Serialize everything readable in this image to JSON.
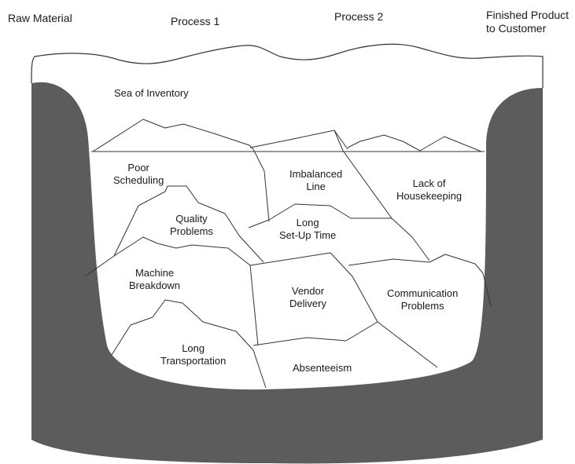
{
  "headers": {
    "raw_material": "Raw Material",
    "process_1": "Process 1",
    "process_2": "Process 2",
    "finished_product_line1": "Finished Product",
    "finished_product_line2": "to Customer"
  },
  "sea_label": "Sea of Inventory",
  "rocks": {
    "poor_scheduling": [
      "Poor",
      "Scheduling"
    ],
    "imbalanced_line": [
      "Imbalanced",
      "Line"
    ],
    "lack_of_housekeeping": [
      "Lack of",
      "Housekeeping"
    ],
    "quality_problems": [
      "Quality",
      "Problems"
    ],
    "long_setup_time": [
      "Long",
      "Set-Up Time"
    ],
    "machine_breakdown": [
      "Machine",
      "Breakdown"
    ],
    "vendor_delivery": [
      "Vendor",
      "Delivery"
    ],
    "communication_problems": [
      "Communication",
      "Problems"
    ],
    "long_transportation": [
      "Long",
      "Transportation"
    ],
    "absenteeism": [
      "Absenteeism"
    ]
  },
  "colors": {
    "hull": "#5c5c5c",
    "line": "#333333",
    "text": "#1a1a1a",
    "background": "#ffffff"
  }
}
